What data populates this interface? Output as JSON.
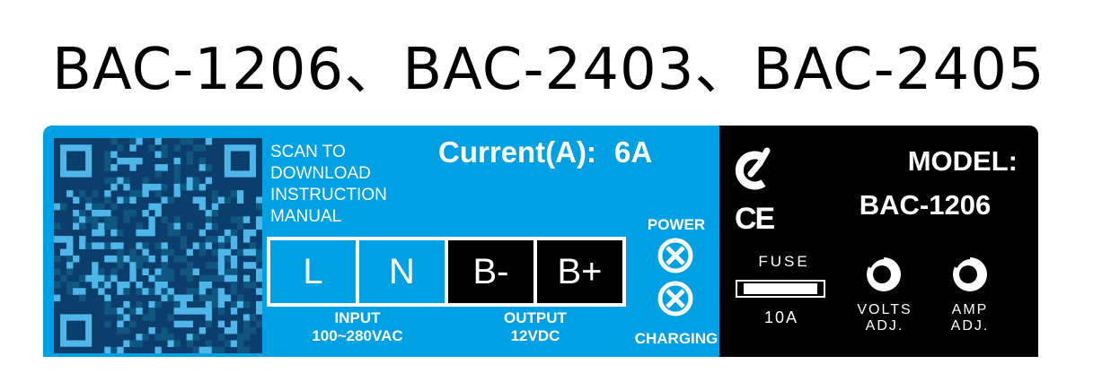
{
  "heading": "BAC-1206、BAC-2403、BAC-2405",
  "panel": {
    "scan_lines": [
      "SCAN TO",
      "DOWNLOAD",
      "INSTRUCTION",
      "MANUAL"
    ],
    "current_label": "Current(A):",
    "current_value": "6A",
    "terminals": [
      "L",
      "N",
      "B-",
      "B+"
    ],
    "input_label": "INPUT",
    "input_range": "100~280VAC",
    "output_label": "OUTPUT",
    "output_range": "12VDC",
    "power_label": "POWER",
    "charging_label": "CHARGING",
    "ce_mark": "CE",
    "model_label": "MODEL:",
    "model_value": "BAC-1206",
    "fuse_label": "FUSE",
    "fuse_rating": "10A",
    "volts_adj": [
      "VOLTS",
      "ADJ."
    ],
    "amp_adj": [
      "AMP",
      "ADJ."
    ]
  },
  "colors": {
    "panel_blue": "#00a0e4",
    "panel_black": "#000000",
    "text": "#ffffff"
  },
  "icons": [
    "qr-code-icon",
    "power-led-icon",
    "charging-led-icon",
    "brand-logo-icon",
    "fuse-icon",
    "volts-knob-icon",
    "amp-knob-icon"
  ]
}
